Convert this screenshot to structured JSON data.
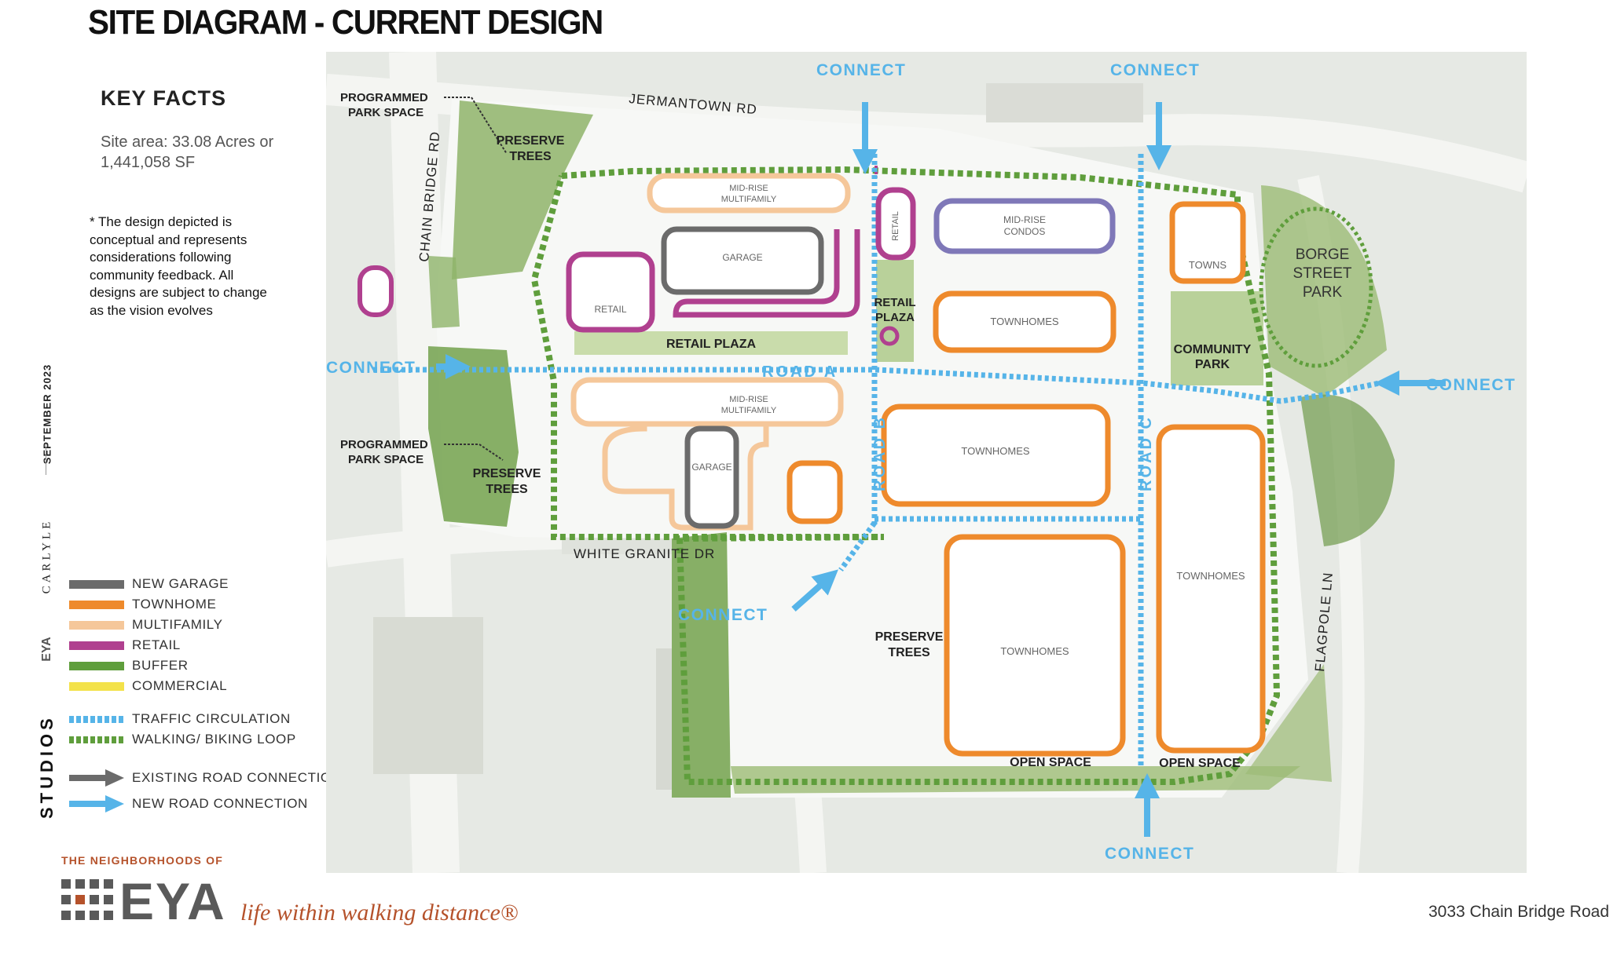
{
  "title": "SITE DIAGRAM - CURRENT DESIGN",
  "key_facts": {
    "heading": "KEY FACTS",
    "line1": "Site area: 33.08 Acres or",
    "line2": "1,441,058 SF"
  },
  "disclaimer": "* The design depicted is conceptual and represents considerations following community feedback. All designs are subject to change as the vision evolves",
  "sidebar": {
    "date": "SEPTEMBER 2023",
    "carlyle": "CARLYLE",
    "eya_small": "EYA",
    "studios": "STUDIOS"
  },
  "legend": [
    {
      "label": "NEW GARAGE",
      "color": "#6b6b6b",
      "style": "solid"
    },
    {
      "label": "TOWNHOME",
      "color": "#ee8a2c",
      "style": "solid"
    },
    {
      "label": "MULTIFAMILY",
      "color": "#f5c79a",
      "style": "solid"
    },
    {
      "label": "RETAIL",
      "color": "#b0408f",
      "style": "solid"
    },
    {
      "label": "BUFFER",
      "color": "#5f9e3c",
      "style": "solid"
    },
    {
      "label": "COMMERCIAL",
      "color": "#f3e24a",
      "style": "solid"
    },
    {
      "label": "TRAFFIC CIRCULATION",
      "color": "#56b4e8",
      "style": "dotted"
    },
    {
      "label": "WALKING/ BIKING LOOP",
      "color": "#5f9e3c",
      "style": "dotted"
    },
    {
      "label": "EXISTING ROAD CONNECTION",
      "color": "#6b6b6b",
      "style": "arrow"
    },
    {
      "label": "NEW ROAD CONNECTION",
      "color": "#56b4e8",
      "style": "arrow"
    }
  ],
  "map": {
    "roads": {
      "jermantown": "JERMANTOWN RD",
      "chain_bridge": "CHAIN BRIDGE RD",
      "white_granite": "WHITE GRANITE DR",
      "flagpole": "FLAGPOLE LN",
      "road_a": "ROAD A",
      "road_b": "ROAD B",
      "road_c": "ROAD C"
    },
    "connect": "CONNECT",
    "labels": {
      "programmed_park_1": "PROGRAMMED",
      "programmed_park_2": "PARK SPACE",
      "preserve_1": "PRESERVE",
      "preserve_2": "TREES",
      "midrise": "MID-RISE",
      "multifamily": "MULTIFAMILY",
      "garage": "GARAGE",
      "retail": "RETAIL",
      "retail_plaza": "RETAIL PLAZA",
      "retail_plaza_1": "RETAIL",
      "retail_plaza_2": "PLAZA",
      "condos": "CONDOS",
      "towns": "TOWNS",
      "townhomes": "TOWNHOMES",
      "community": "COMMUNITY",
      "park": "PARK",
      "borge_1": "BORGE",
      "borge_2": "STREET",
      "borge_3": "PARK",
      "open_space": "OPEN SPACE"
    },
    "colors": {
      "garage": "#6b6b6b",
      "townhome": "#ee8a2c",
      "multifamily": "#f5c79a",
      "retail": "#b0408f",
      "condo": "#7f78b8",
      "buffer": "#5f9e3c",
      "traffic": "#56b4e8"
    }
  },
  "footer": {
    "tag": "THE NEIGHBORHOODS OF",
    "brand": "EYA",
    "tagline": "life within walking distance®",
    "address": "3033 Chain Bridge Road"
  }
}
